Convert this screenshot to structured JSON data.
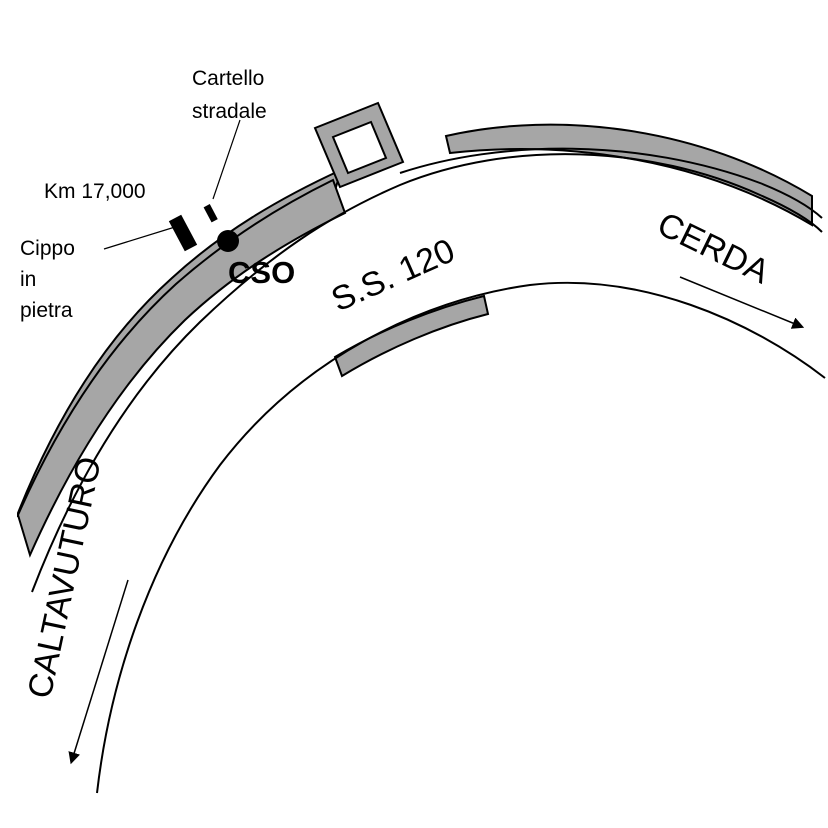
{
  "labels": {
    "cartello_line1": "Cartello",
    "cartello_line2": "stradale",
    "km": "Km 17,000",
    "cippo_line1": "Cippo",
    "cippo_line2": "in",
    "cippo_line3": "pietra",
    "station": "CSO",
    "road": "S.S. 120",
    "dest_east": "CERDA",
    "dest_south": "CALTAVUTURO"
  },
  "colors": {
    "ink": "#000000",
    "band": "#a6a6a6",
    "paper": "#ffffff"
  }
}
